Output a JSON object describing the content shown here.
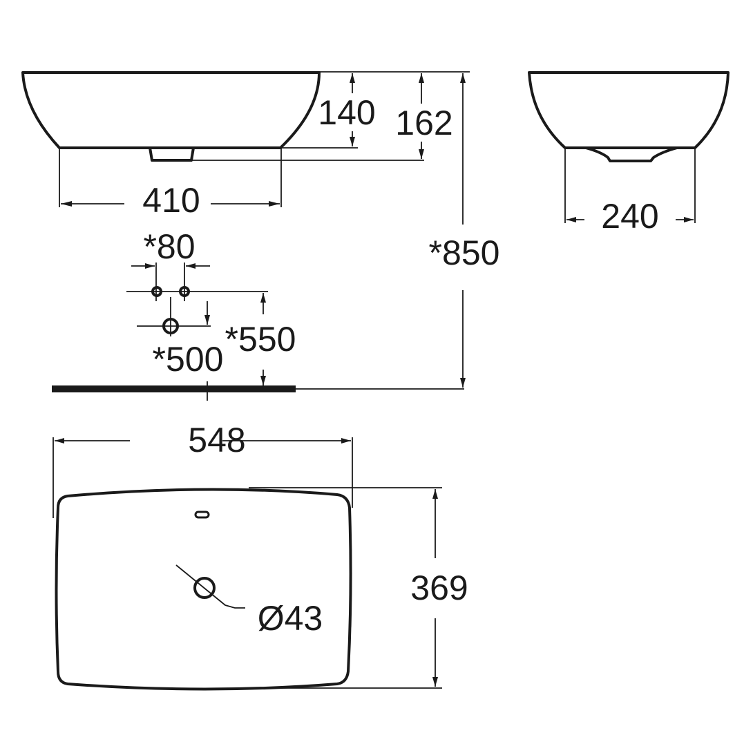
{
  "drawing": {
    "type": "technical-drawing",
    "subject": "countertop washbasin dimensions",
    "units": "mm",
    "colors": {
      "line": "#1a1a1a",
      "background": "#ffffff"
    }
  },
  "front_view": {
    "dimensions": {
      "bottom_width": "410",
      "bowl_height": "140",
      "total_height": "162"
    }
  },
  "side_view": {
    "dimensions": {
      "bottom_width": "240"
    }
  },
  "installation": {
    "dimensions": {
      "counter_height": "*850",
      "tap_spacing": "*80",
      "drain_height": "*500",
      "supply_height": "*550"
    }
  },
  "top_view": {
    "dimensions": {
      "width": "548",
      "depth": "369",
      "drain_diameter": "Ø43"
    }
  }
}
